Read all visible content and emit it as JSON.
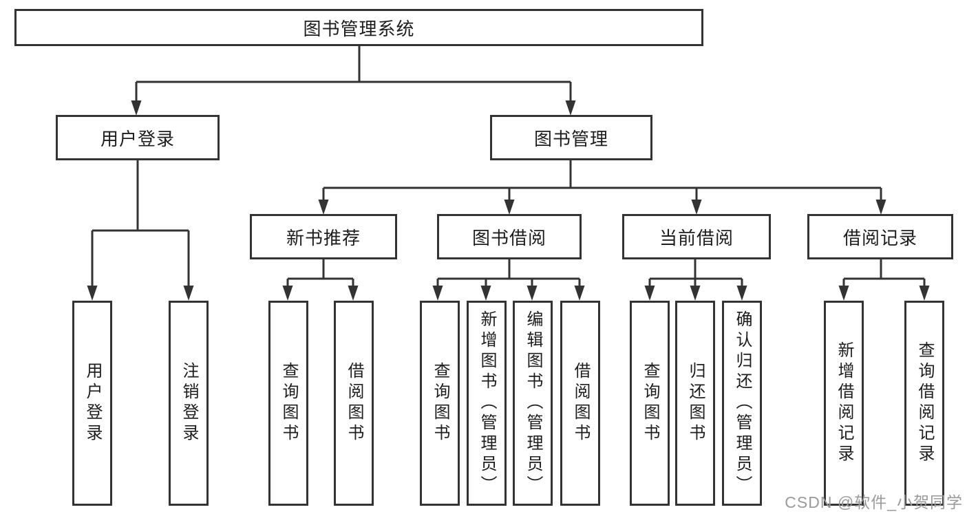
{
  "diagram": {
    "tree": {
      "root": {
        "label": "图书管理系统"
      },
      "branches": [
        {
          "label": "用户登录",
          "children": [
            {
              "label": "用户登录"
            },
            {
              "label": "注销登录"
            }
          ]
        },
        {
          "label": "图书管理",
          "children": [
            {
              "label": "新书推荐",
              "children": [
                {
                  "label": "查询图书"
                },
                {
                  "label": "借阅图书"
                }
              ]
            },
            {
              "label": "图书借阅",
              "children": [
                {
                  "label": "查询图书"
                },
                {
                  "label": "新增图书（管理员）"
                },
                {
                  "label": "编辑图书（管理员）"
                },
                {
                  "label": "借阅图书"
                }
              ]
            },
            {
              "label": "当前借阅",
              "children": [
                {
                  "label": "查询图书"
                },
                {
                  "label": "归还图书"
                },
                {
                  "label": "确认归还（管理员）"
                }
              ]
            },
            {
              "label": "借阅记录",
              "children": [
                {
                  "label": "新增借阅记录"
                },
                {
                  "label": "查询借阅记录"
                }
              ]
            }
          ]
        }
      ]
    },
    "watermark": "CSDN @软件_小贺同学",
    "colors": {
      "line": "#333333",
      "box_border": "#333333",
      "text": "#1d1d1d",
      "watermark": "#9a9a9a",
      "background": "#ffffff"
    }
  }
}
